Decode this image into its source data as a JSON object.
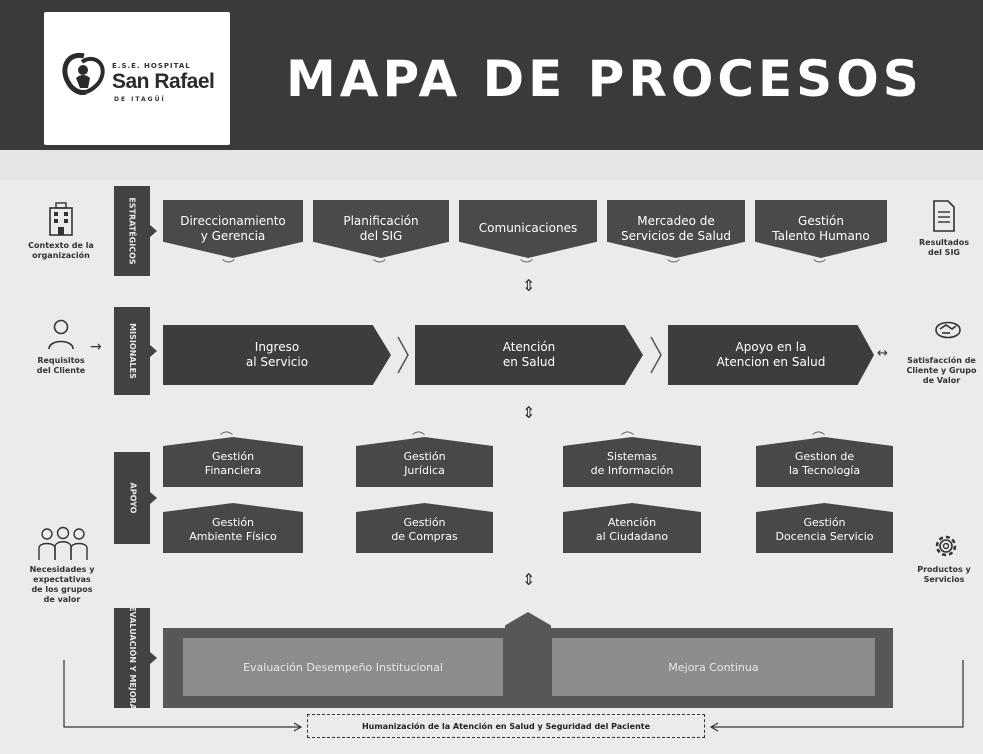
{
  "header": {
    "logo": {
      "pre": "E.S.E. HOSPITAL",
      "name": "San Rafael",
      "post": "DE ITAGÜÍ"
    },
    "title": "MAPA DE PROCESOS"
  },
  "tabs": {
    "estrategicos": "ESTRATÉGICOS",
    "misionales": "MISIONALES",
    "apoyo": "APOYO",
    "evaluacion": "EVALUACIÓN Y MEJORA"
  },
  "estrategicos": [
    {
      "line1": "Direccionamiento",
      "line2": "y Gerencia"
    },
    {
      "line1": "Planificación",
      "line2": "del SIG"
    },
    {
      "line1": "Comunicaciones",
      "line2": ""
    },
    {
      "line1": "Mercadeo de",
      "line2": "Servicios de Salud"
    },
    {
      "line1": "Gestión",
      "line2": "Talento Humano"
    }
  ],
  "misionales": [
    {
      "line1": "Ingreso",
      "line2": "al Servicio"
    },
    {
      "line1": "Atención",
      "line2": "en Salud"
    },
    {
      "line1": "Apoyo en la",
      "line2": "Atencion en Salud"
    }
  ],
  "apoyo_top": [
    {
      "line1": "Gestión",
      "line2": "Financiera"
    },
    {
      "line1": "Gestión",
      "line2": "Jurídica"
    },
    {
      "line1": "Sistemas",
      "line2": "de Información"
    },
    {
      "line1": "Gestion de",
      "line2": "la Tecnología"
    }
  ],
  "apoyo_bottom": [
    {
      "line1": "Gestión",
      "line2": "Ambiente Físico"
    },
    {
      "line1": "Gestión",
      "line2": "de Compras"
    },
    {
      "line1": "Atención",
      "line2": "al Ciudadano"
    },
    {
      "line1": "Gestión",
      "line2": "Docencia Servicio"
    }
  ],
  "evaluacion": {
    "left": "Evaluación Desempeño Institucional",
    "right": "Mejora Continua"
  },
  "left_side": {
    "contexto": {
      "line1": "Contexto de la",
      "line2": "organización"
    },
    "requisitos": {
      "line1": "Requisitos",
      "line2": "del Cliente"
    },
    "necesidades": {
      "line1": "Necesidades y",
      "line2": "expectativas",
      "line3": "de los grupos",
      "line4": "de valor"
    }
  },
  "right_side": {
    "resultados": {
      "line1": "Resultados",
      "line2": "del SIG"
    },
    "satisfaccion": {
      "line1": "Satisfacción de",
      "line2": "Cliente y Grupo",
      "line3": "de Valor"
    },
    "productos": {
      "line1": "Productos y",
      "line2": "Servicios"
    }
  },
  "footer": {
    "humanizacion": "Humanización de  la Atención en Salud y Seguridad del Paciente"
  },
  "icons": [
    "building-icon",
    "person-icon",
    "group-icon",
    "document-icon",
    "handshake-icon",
    "gear-icon"
  ],
  "colors": {
    "header": "#3a3a3a",
    "process": "#4a4a4a",
    "evaluation_light": "#8c8c8c",
    "background": "#ecebeb"
  }
}
